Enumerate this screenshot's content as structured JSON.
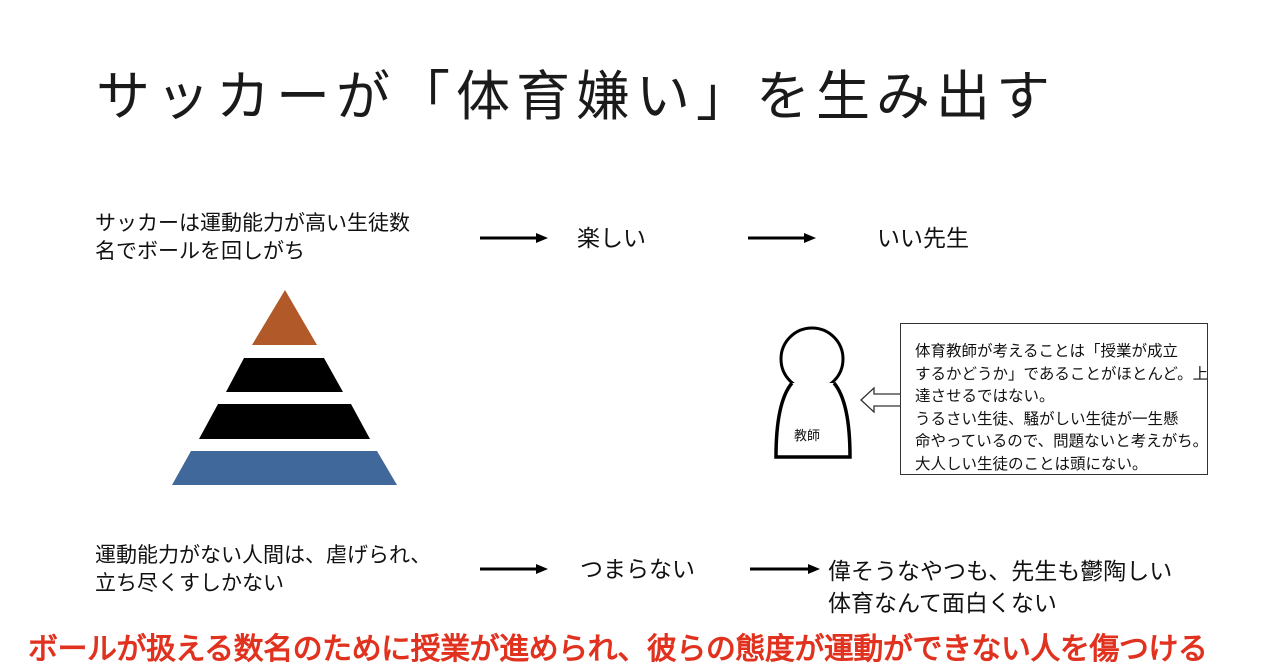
{
  "title": "サッカーが「体育嫌い」を生み出す",
  "top_row": {
    "cause_lines": [
      "サッカーは運動能力が高い生徒数",
      "名でボールを回しがち"
    ],
    "effect": "楽しい",
    "result": "いい先生"
  },
  "bottom_row": {
    "cause_lines": [
      "運動能力がない人間は、虐げられ、",
      "立ち尽くすしかない"
    ],
    "effect": "つまらない",
    "result_lines": [
      "偉そうなやつも、先生も鬱陶しい",
      "体育なんて面白くない"
    ]
  },
  "pyramid": {
    "tiers": [
      {
        "name": "top",
        "color": "#b15928"
      },
      {
        "name": "upper-middle",
        "color": "#000000"
      },
      {
        "name": "lower-middle",
        "color": "#000000"
      },
      {
        "name": "base",
        "color": "#41689a"
      }
    ]
  },
  "teacher": {
    "label": "教師"
  },
  "callout": {
    "lines": [
      "体育教師が考えることは「授業が成立",
      "するかどうか」であることがほとんど。上",
      "達させるではない。",
      "うるさい生徒、騒がしい生徒が一生懸",
      "命やっているので、問題ないと考えがち。",
      "大人しい生徒のことは頭にない。"
    ]
  },
  "conclusion": "ボールが扱える数名のために授業が進められ、彼らの態度が運動ができない人を傷つける",
  "colors": {
    "accent_red": "#e0321f",
    "pyramid_orange": "#b15928",
    "pyramid_blue": "#41689a"
  }
}
